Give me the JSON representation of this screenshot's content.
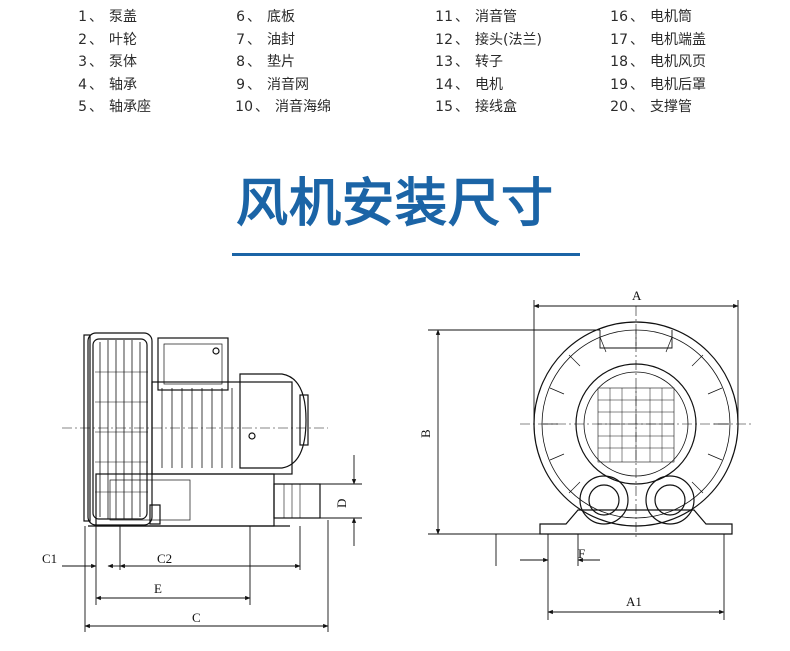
{
  "parts_legend": [
    [
      {
        "num": "1",
        "name": "泵盖"
      },
      {
        "num": "2",
        "name": "叶轮"
      },
      {
        "num": "3",
        "name": "泵体"
      },
      {
        "num": "4",
        "name": "轴承"
      },
      {
        "num": "5",
        "name": "轴承座"
      }
    ],
    [
      {
        "num": "6",
        "name": "底板"
      },
      {
        "num": "7",
        "name": "油封"
      },
      {
        "num": "8",
        "name": "垫片"
      },
      {
        "num": "9",
        "name": "消音网"
      },
      {
        "num": "10",
        "name": "消音海绵"
      }
    ],
    [
      {
        "num": "11",
        "name": "消音管"
      },
      {
        "num": "12",
        "name": "接头(法兰)"
      },
      {
        "num": "13",
        "name": "转子"
      },
      {
        "num": "14",
        "name": "电机"
      },
      {
        "num": "15",
        "name": "接线盒"
      }
    ],
    [
      {
        "num": "16",
        "name": "电机筒"
      },
      {
        "num": "17",
        "name": "电机端盖"
      },
      {
        "num": "18",
        "name": "电机风页"
      },
      {
        "num": "19",
        "name": "电机后罩"
      },
      {
        "num": "20",
        "name": "支撑管"
      }
    ]
  ],
  "separator": "、",
  "section_title": "风机安装尺寸",
  "colors": {
    "title": "#1b64a6",
    "line": "#111111"
  },
  "side_view": {
    "dims": {
      "c1": "C1",
      "c2": "C2",
      "e": "E",
      "c": "C",
      "d": "D"
    }
  },
  "front_view": {
    "dims": {
      "a": "A",
      "b": "B",
      "f": "F",
      "a1": "A1"
    }
  }
}
